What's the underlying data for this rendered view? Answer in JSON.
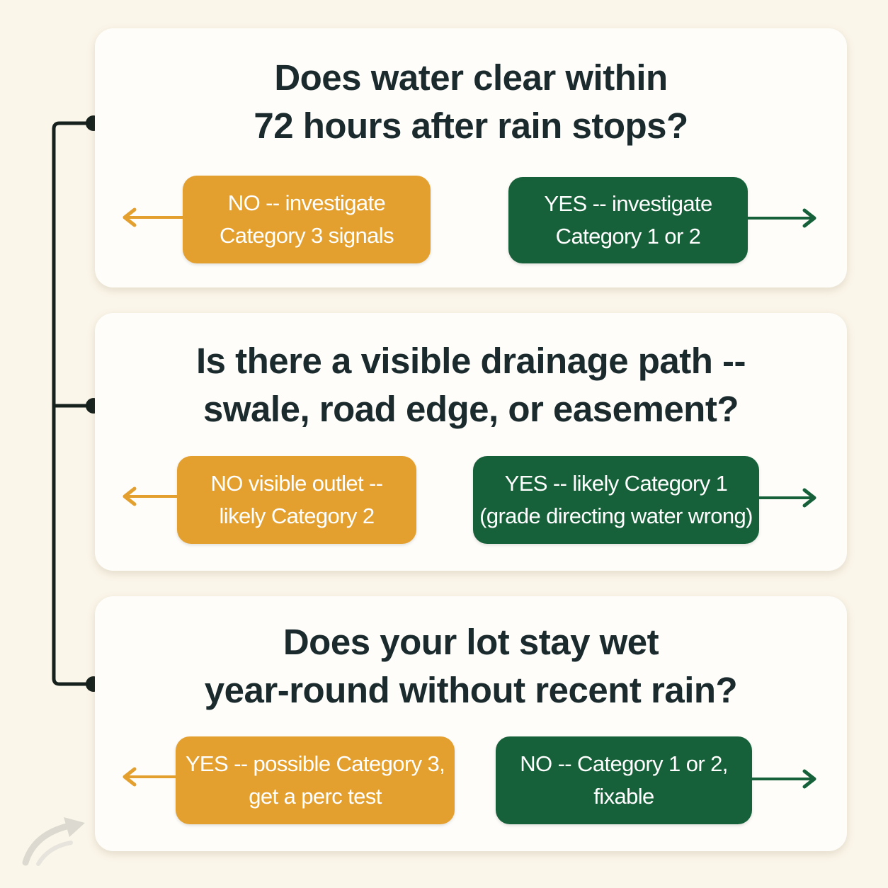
{
  "colors": {
    "background": "#fbf6ea",
    "card": "#fefdfa",
    "question_text": "#1b2a2d",
    "no_branch": "#e4a02e",
    "yes_branch": "#17613a",
    "connector": "#16211e"
  },
  "icons": {
    "watermark": "curved-arrow-logo-icon"
  },
  "questions": [
    {
      "lines": [
        "Does water clear within",
        "72 hours after rain stops?"
      ],
      "left": {
        "lines": [
          "NO -- investigate",
          "Category 3 signals"
        ]
      },
      "right": {
        "lines": [
          "YES -- investigate",
          "Category 1 or 2"
        ]
      }
    },
    {
      "lines": [
        "Is there a visible drainage path --",
        "swale, road edge, or easement?"
      ],
      "left": {
        "lines": [
          "NO visible outlet --",
          "likely Category 2"
        ]
      },
      "right": {
        "lines": [
          "YES -- likely Category 1",
          "(grade directing water wrong)"
        ]
      }
    },
    {
      "lines": [
        "Does your lot stay wet",
        "year-round without recent rain?"
      ],
      "left": {
        "lines": [
          "YES -- possible Category 3,",
          "get a perc test"
        ]
      },
      "right": {
        "lines": [
          "NO -- Category 1 or 2,",
          "fixable"
        ]
      }
    }
  ]
}
